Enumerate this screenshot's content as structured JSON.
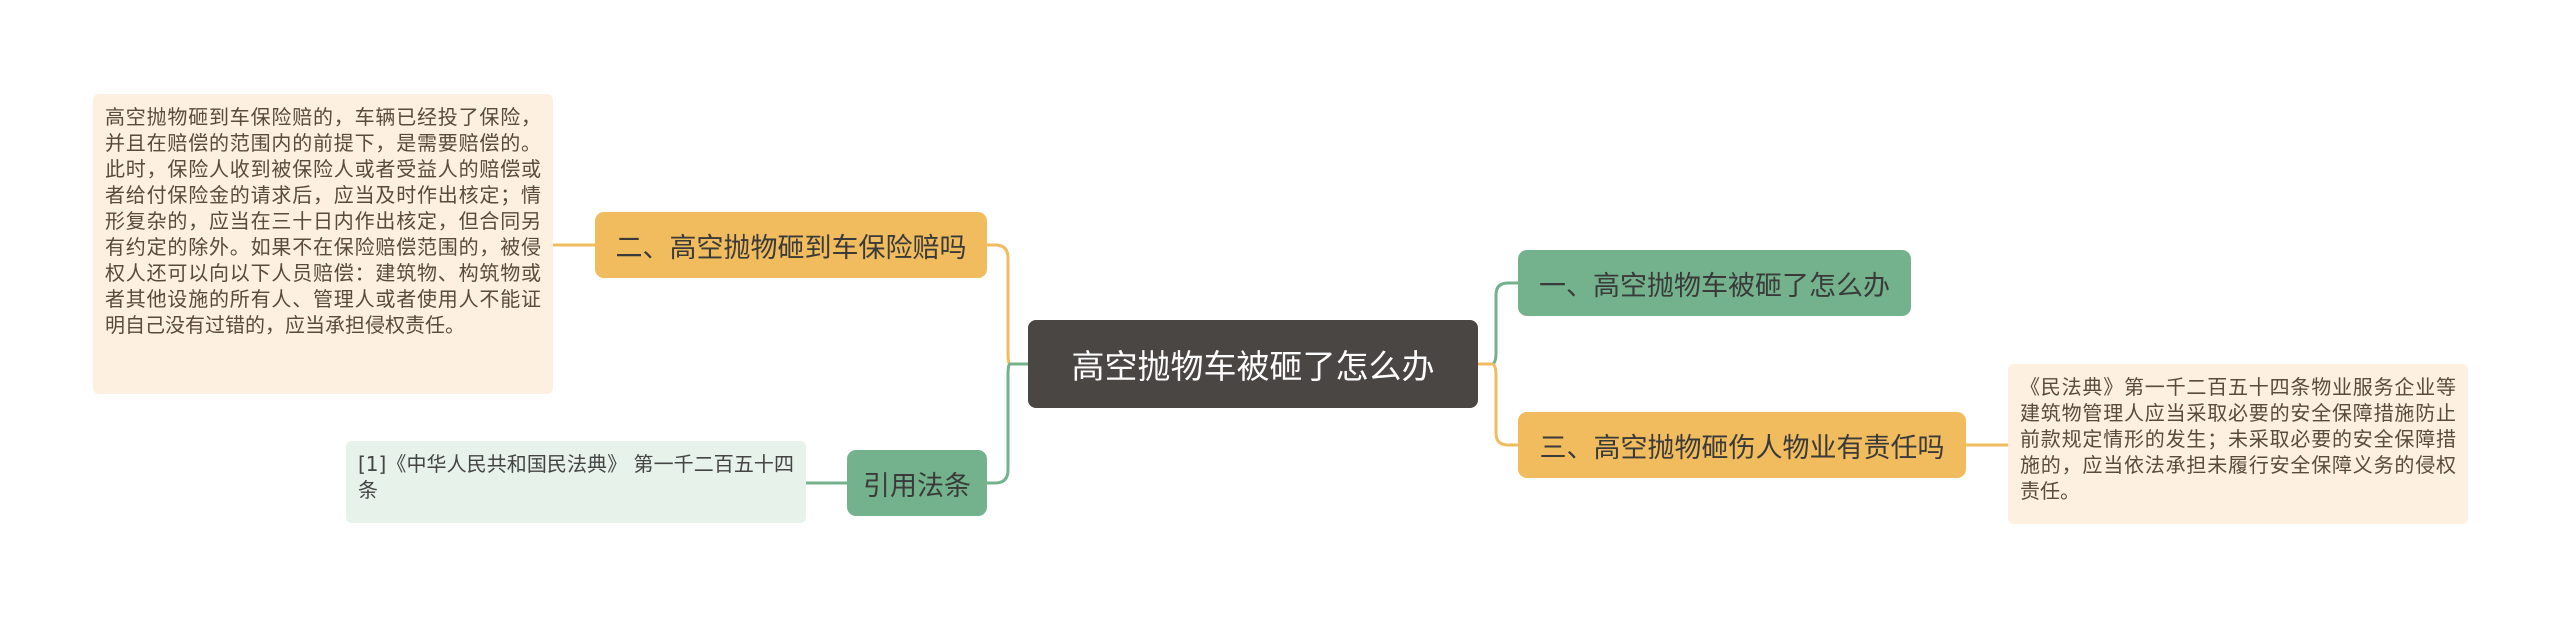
{
  "root": {
    "label": "高空抛物车被砸了怎么办"
  },
  "branches": {
    "b1": {
      "label": "一、高空抛物车被砸了怎么办"
    },
    "b2": {
      "label": "二、高空抛物砸到车保险赔吗",
      "detail": "高空抛物砸到车保险赔的，车辆已经投了保险，并且在赔偿的范围内的前提下，是需要赔偿的。此时，保险人收到被保险人或者受益人的赔偿或者给付保险金的请求后，应当及时作出核定；情形复杂的，应当在三十日内作出核定，但合同另有约定的除外。如果不在保险赔偿范围的，被侵权人还可以向以下人员赔偿：建筑物、构筑物或者其他设施的所有人、管理人或者使用人不能证明自己没有过错的，应当承担侵权责任。"
    },
    "b3": {
      "label": "三、高空抛物砸伤人物业有责任吗",
      "detail": "《民法典》第一千二百五十四条物业服务企业等建筑物管理人应当采取必要的安全保障措施防止前款规定情形的发生；未采取必要的安全保障措施的，应当依法承担未履行安全保障义务的侵权责任。"
    },
    "citation": {
      "label": "引用法条",
      "detail": "[1]《中华人民共和国民法典》 第一千二百五十四条"
    }
  },
  "colors": {
    "root": "#4a4644",
    "orange": "#f0bc5e",
    "green": "#73b28c",
    "peach_leaf": "#fdf0e0",
    "mint_leaf": "#e6f2ea"
  }
}
